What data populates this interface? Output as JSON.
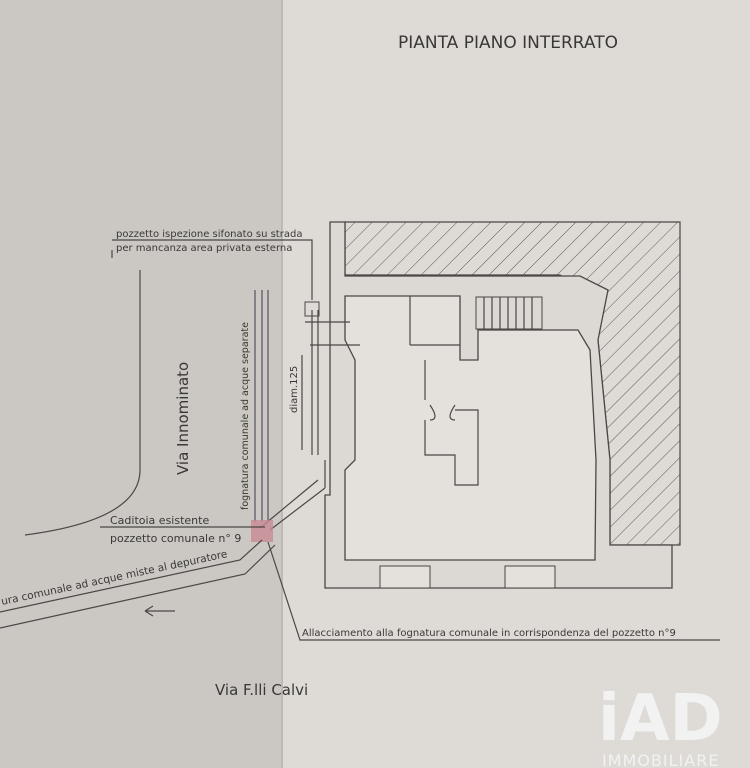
{
  "title": "PIANTA PIANO INTERRATO",
  "labels": {
    "inspection_line1": "pozzetto ispezione sifonato su strada",
    "inspection_line2": "per mancanza area privata esterna",
    "street_side": "Via Innominato",
    "sewer_separate": "fognatura comunale ad acque separate",
    "pipe_diameter": "diam.125",
    "drain_existing": "Caditoia esistente",
    "municipal_well": "pozzetto comunale n° 9",
    "sewer_mixed": "ura comunale ad acque miste al depuratore",
    "connection_note": "Allacciamento alla fognatura comunale in corrispondenza del pozzetto n°9",
    "street_bottom": "Via F.lli Calvi"
  },
  "logo": {
    "mark": "iAD",
    "text": "IMMOBILIARE"
  },
  "colors": {
    "paper": "#dedbd7",
    "paper_left": "#cbc8c4",
    "well_highlight": "#c98a94",
    "logo": "#f2f2f2"
  }
}
